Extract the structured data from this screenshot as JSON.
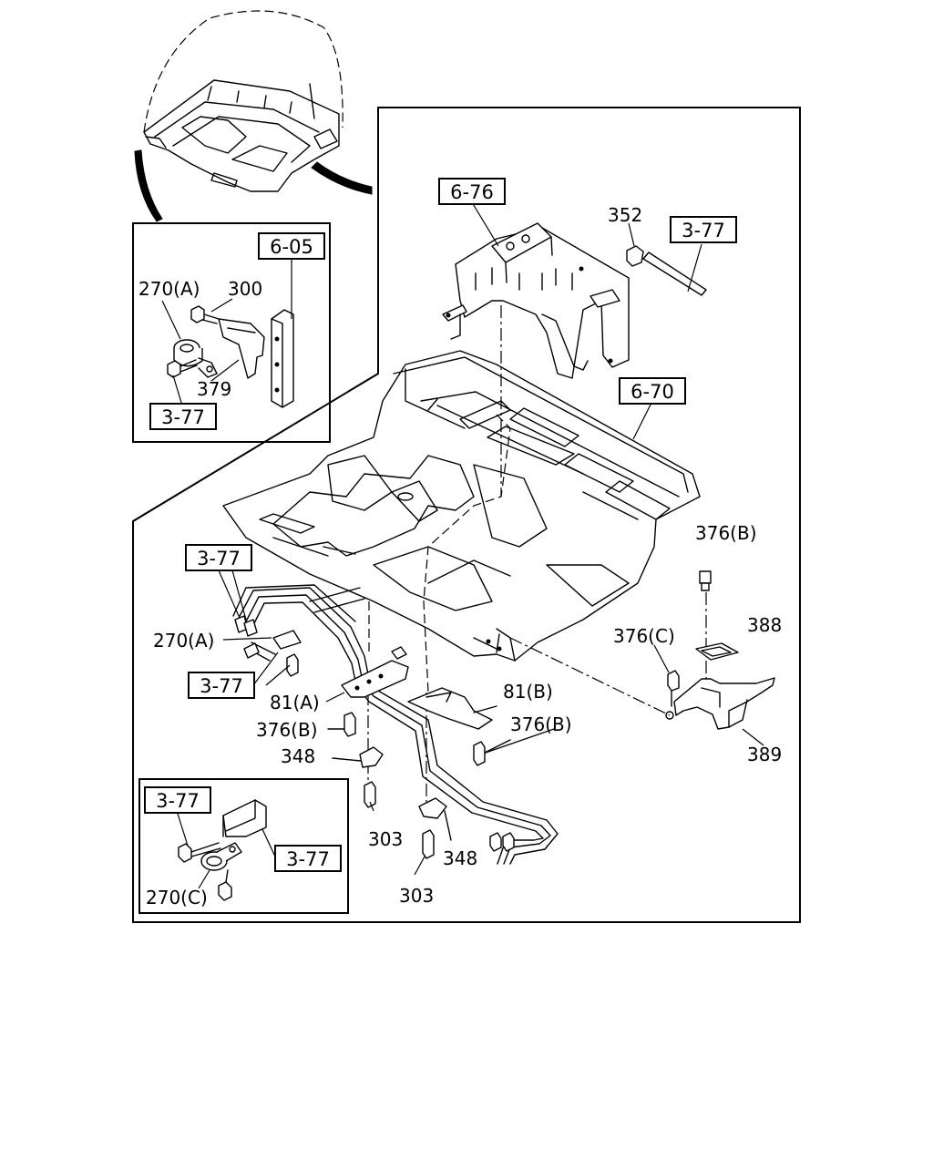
{
  "diagram": {
    "ref_boxes": {
      "r_605": "6-05",
      "r_676": "6-76",
      "r_377_top": "3-77",
      "r_670": "6-70",
      "r_377_inset": "3-77",
      "r_377_left": "3-77",
      "r_377_left2": "3-77",
      "r_377_bl1": "3-77",
      "r_377_bl2": "3-77"
    },
    "labels": {
      "l_270a_inset": "270(A)",
      "l_300": "300",
      "l_379": "379",
      "l_352": "352",
      "l_376b_r": "376(B)",
      "l_388": "388",
      "l_376c": "376(C)",
      "l_389": "389",
      "l_270a": "270(A)",
      "l_81a": "81(A)",
      "l_81b": "81(B)",
      "l_376b_l": "376(B)",
      "l_376b_m": "376(B)",
      "l_348_l": "348",
      "l_303_l": "303",
      "l_348_m": "348",
      "l_303_m": "303",
      "l_270c": "270(C)"
    }
  }
}
